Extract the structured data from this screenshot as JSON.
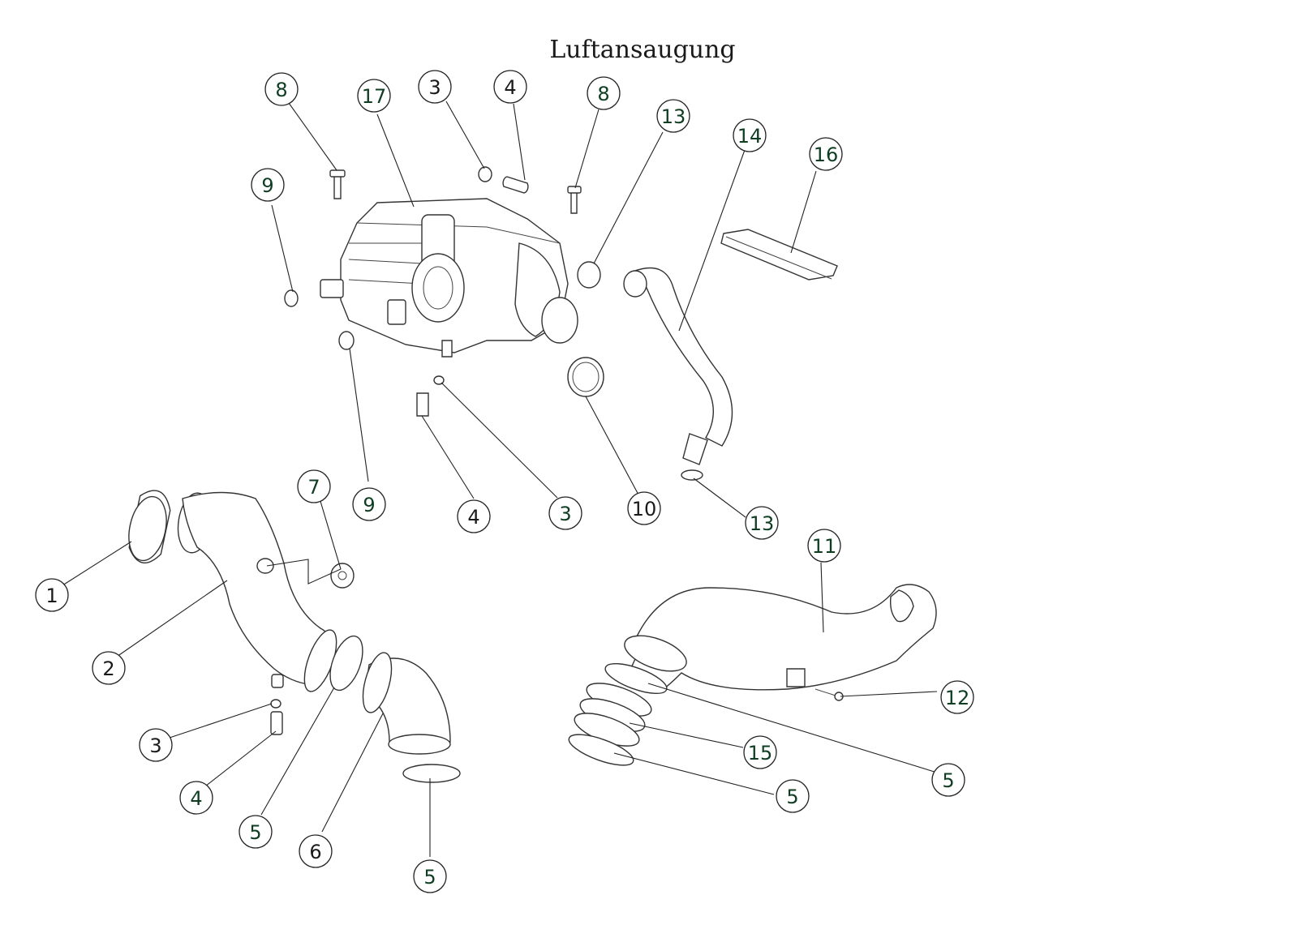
{
  "title": "Luftansaugung",
  "colors": {
    "callout_dark_green": "#0f3d22",
    "callout_black": "#1a1a1a",
    "line": "#222222"
  },
  "callouts": [
    {
      "label": "8",
      "color": "callout_dark_green"
    },
    {
      "label": "17",
      "color": "callout_dark_green"
    },
    {
      "label": "3",
      "color": "callout_black"
    },
    {
      "label": "4",
      "color": "callout_black"
    },
    {
      "label": "8",
      "color": "callout_dark_green"
    },
    {
      "label": "13",
      "color": "callout_dark_green"
    },
    {
      "label": "14",
      "color": "callout_dark_green"
    },
    {
      "label": "16",
      "color": "callout_dark_green"
    },
    {
      "label": "9",
      "color": "callout_dark_green"
    },
    {
      "label": "9",
      "color": "callout_dark_green"
    },
    {
      "label": "4",
      "color": "callout_black"
    },
    {
      "label": "3",
      "color": "callout_dark_green"
    },
    {
      "label": "10",
      "color": "callout_black"
    },
    {
      "label": "13",
      "color": "callout_dark_green"
    },
    {
      "label": "7",
      "color": "callout_dark_green"
    },
    {
      "label": "1",
      "color": "callout_black"
    },
    {
      "label": "2",
      "color": "callout_black"
    },
    {
      "label": "3",
      "color": "callout_black"
    },
    {
      "label": "4",
      "color": "callout_dark_green"
    },
    {
      "label": "5",
      "color": "callout_dark_green"
    },
    {
      "label": "6",
      "color": "callout_black"
    },
    {
      "label": "5",
      "color": "callout_dark_green"
    },
    {
      "label": "11",
      "color": "callout_dark_green"
    },
    {
      "label": "12",
      "color": "callout_dark_green"
    },
    {
      "label": "15",
      "color": "callout_dark_green"
    },
    {
      "label": "5",
      "color": "callout_dark_green"
    },
    {
      "label": "5",
      "color": "callout_dark_green"
    }
  ]
}
